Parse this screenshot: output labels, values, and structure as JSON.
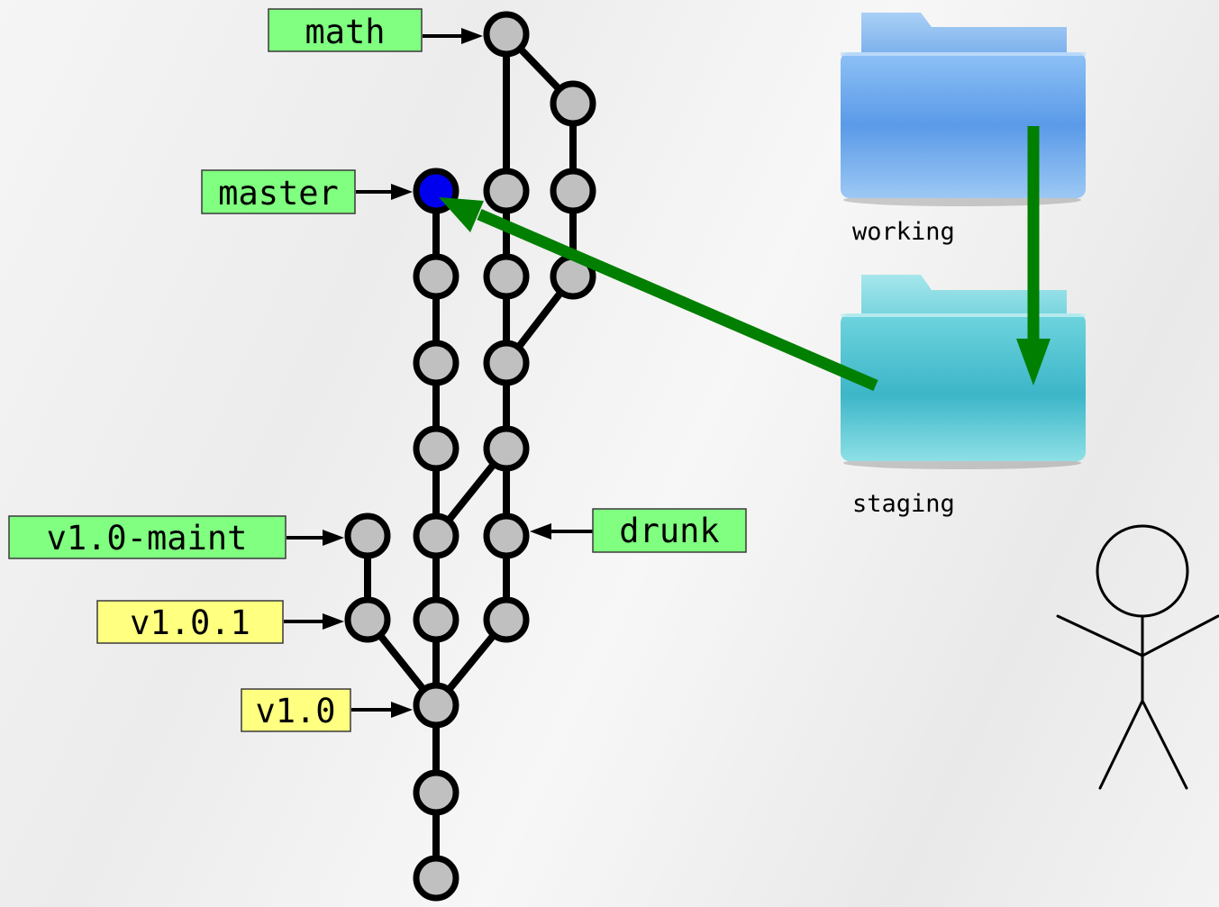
{
  "colors": {
    "branch_fill": "#80ff80",
    "tag_fill": "#ffff80",
    "commit_fill": "#c0c0c0",
    "head_commit_fill": "#0000ee",
    "flow_arrow": "#007f00",
    "working_folder": "#6aa8ee",
    "staging_folder": "#48c4d0"
  },
  "refs": {
    "branches": [
      {
        "id": "math",
        "label": "math"
      },
      {
        "id": "master",
        "label": "master"
      },
      {
        "id": "v1-0-maint",
        "label": "v1.0-maint"
      },
      {
        "id": "drunk",
        "label": "drunk"
      }
    ],
    "tags": [
      {
        "id": "v1-0-1",
        "label": "v1.0.1"
      },
      {
        "id": "v1-0",
        "label": "v1.0"
      }
    ]
  },
  "areas": {
    "working_label": "working",
    "staging_label": "staging"
  },
  "icons": {
    "working": "folder-icon",
    "staging": "folder-icon",
    "user": "stick-figure-icon"
  }
}
